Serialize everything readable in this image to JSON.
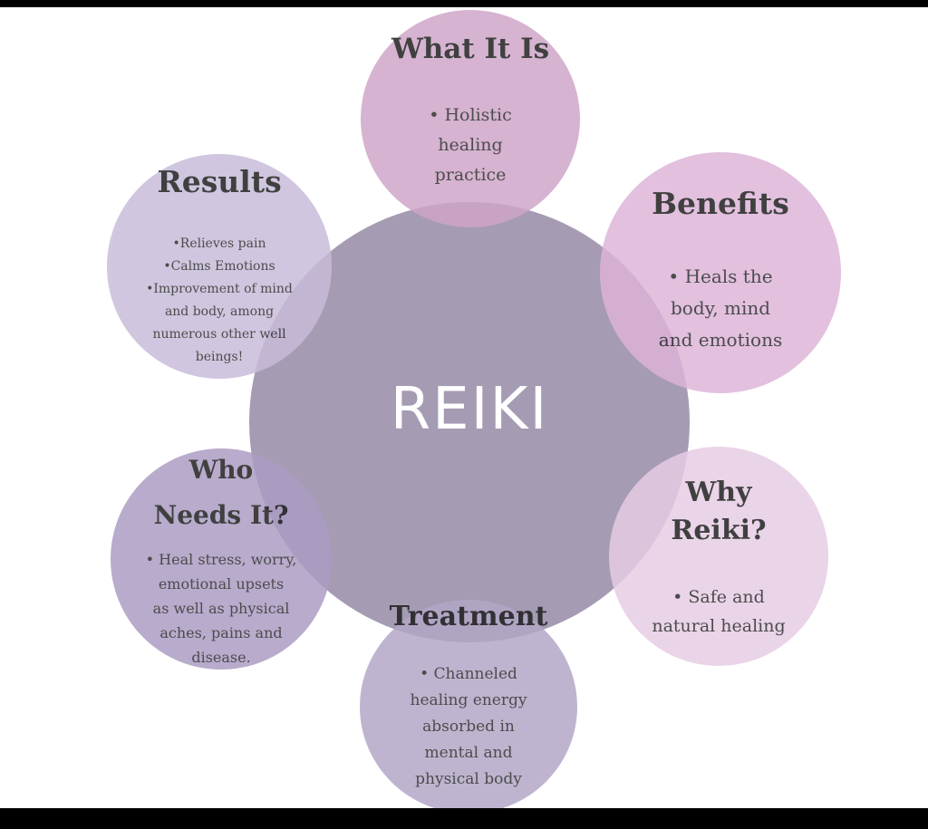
{
  "diagram": {
    "center": {
      "label": "REIKI",
      "color": "#a59bb3"
    },
    "nodes": [
      {
        "id": "what",
        "title": "What It Is",
        "body": "• Holistic\nhealing\npractice",
        "color": "#cfa5c8"
      },
      {
        "id": "benefits",
        "title": "Benefits",
        "body": "• Heals the\nbody, mind\nand emotions",
        "color": "#ddb4d8"
      },
      {
        "id": "why",
        "title": "Why\nReiki?",
        "body": "• Safe and\nnatural healing",
        "color": "#e6cce4"
      },
      {
        "id": "treatment",
        "title": "Treatment",
        "body": "• Channeled\nhealing energy\nabsorbed in\nmental and\nphysical body",
        "color": "#b3a6c7"
      },
      {
        "id": "who",
        "title": "Who\nNeeds It?",
        "body": "• Heal stress, worry,\nemotional upsets\nas well as physical\naches, pains and\ndisease.",
        "color": "#ab9bc3"
      },
      {
        "id": "results",
        "title": "Results",
        "body": "•Relieves pain\n•Calms Emotions\n•Improvement of mind\nand body, among\nnumerous other well\nbeings!",
        "color": "#c8bcd9"
      }
    ]
  }
}
